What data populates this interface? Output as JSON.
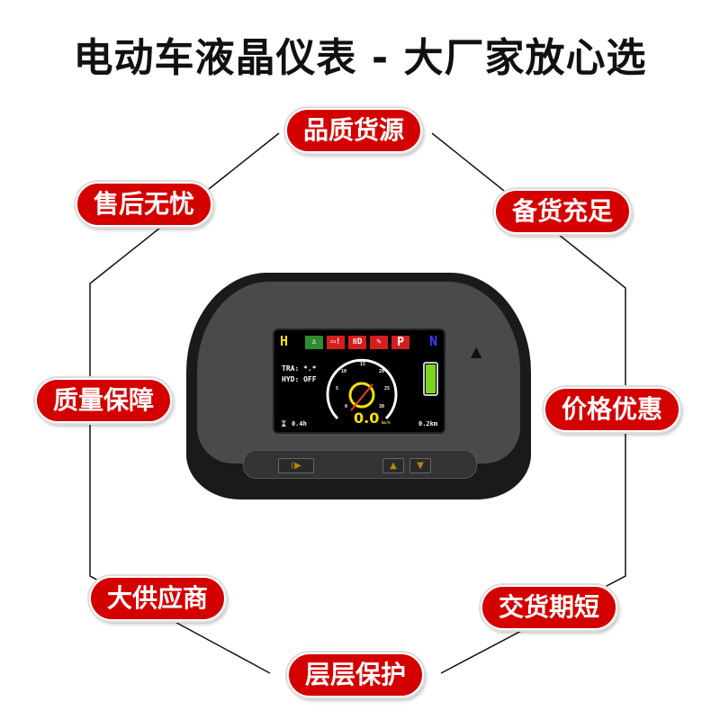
{
  "title": "电动车液晶仪表 - 大厂家放心选",
  "features": [
    "品质货源",
    "售后无忧",
    "备货充足",
    "质量保障",
    "价格优惠",
    "大供应商",
    "交货期短",
    "层层保护"
  ],
  "screen": {
    "gear_h": "H",
    "gear_n": "N",
    "park": "P",
    "tra_label": "TRA:",
    "tra_value": "*.*",
    "hyd_label": "HYD:",
    "hyd_value": "OFF",
    "speed": "0.0",
    "speed_unit": "km/h",
    "hours": "0.4h",
    "distance": "0.2km",
    "ticks": [
      "0",
      "5",
      "10",
      "15",
      "20",
      "25",
      "30"
    ],
    "battery_level": 1.0
  },
  "colors": {
    "accent": "#d40000",
    "speed": "#f5e100",
    "battery": "#7ed321"
  }
}
